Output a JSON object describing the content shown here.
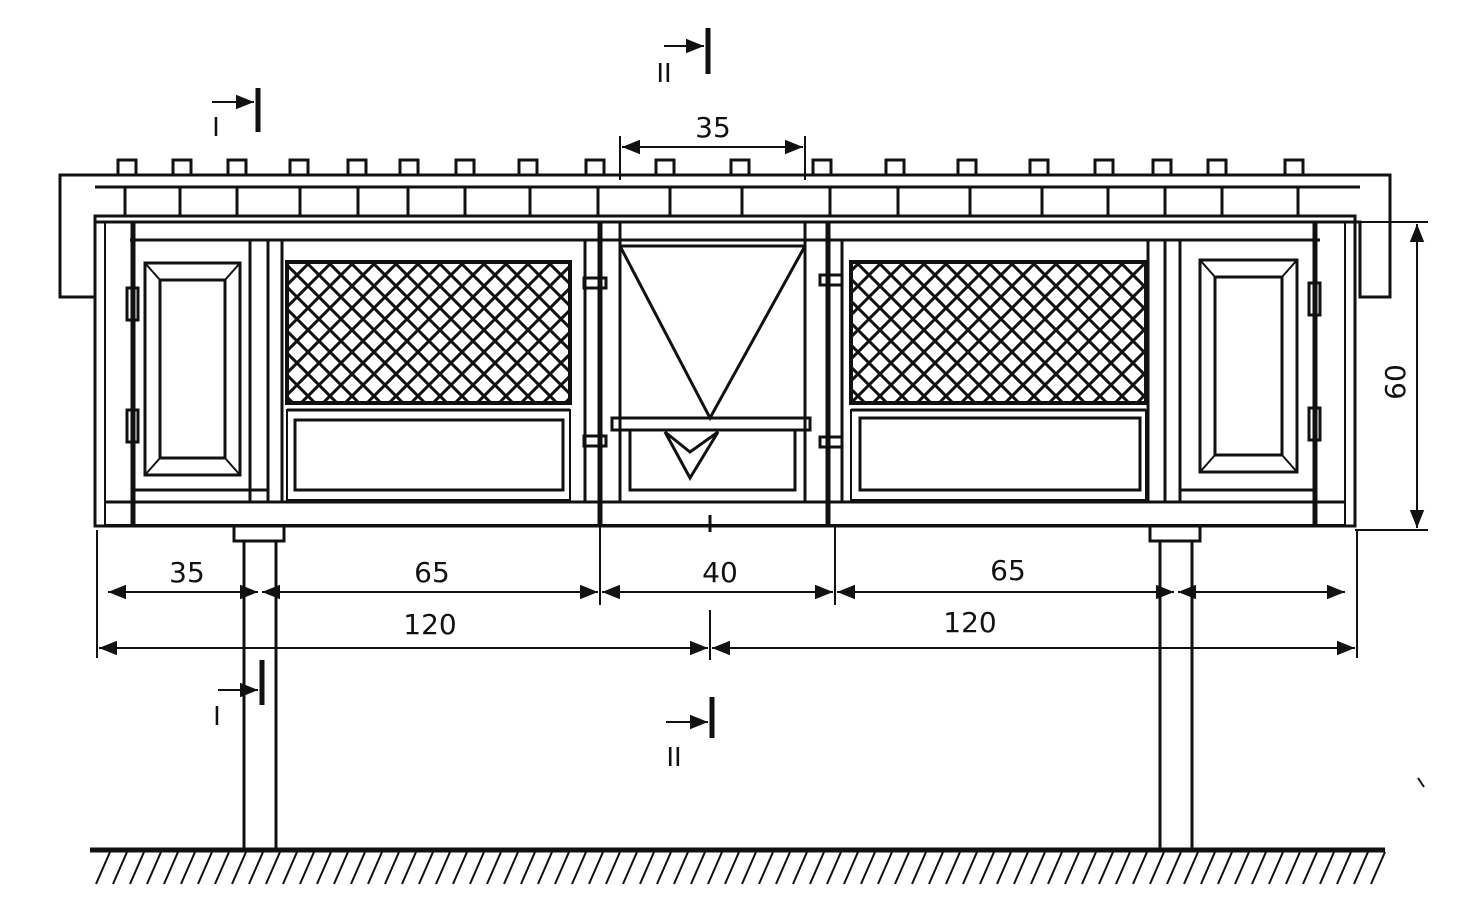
{
  "drawing": {
    "dimensions": {
      "feeder_top_width": "35",
      "height": "60",
      "end_section": "35",
      "left_mesh": "65",
      "center_feeder": "40",
      "right_mesh": "65",
      "left_half": "120",
      "right_half": "120"
    },
    "section_marks": {
      "section_1": "I",
      "section_2": "II"
    }
  }
}
